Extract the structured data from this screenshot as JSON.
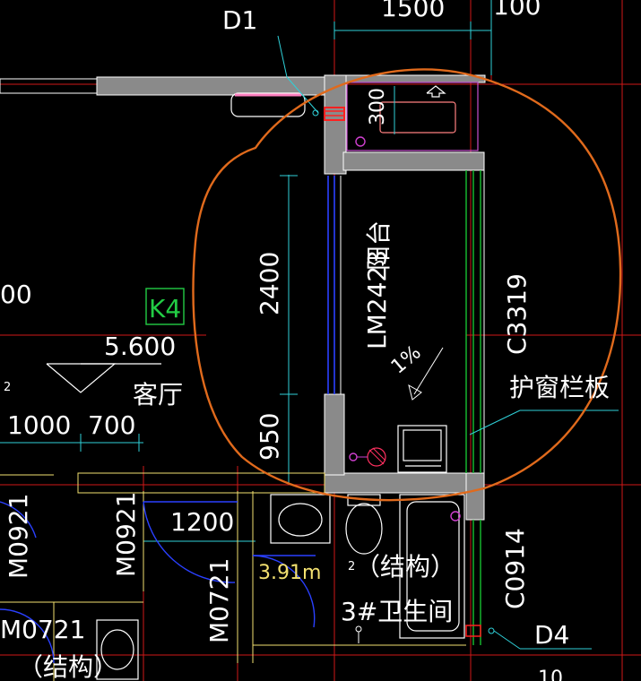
{
  "labels": {
    "d1": "D1",
    "dim_1500": "1500",
    "dim_100": "100",
    "dim_300": "300",
    "dim_2400": "2400",
    "dim_950": "950",
    "dim_00": "00",
    "dim_1000": "1000",
    "dim_700": "700",
    "dim_1200": "1200",
    "balcony": "阳台",
    "lm2423": "LM2423",
    "slope": "1%",
    "c3319": "C3319",
    "guard_panel": "护窗栏板",
    "k4": "K4",
    "elev_5600": "5.600",
    "living_room": "客厅",
    "small_2a": "2",
    "small_2b": "2",
    "m0921_a": "M0921",
    "m0921_b": "M0921",
    "m0721_a": "M0721",
    "m0721_b": "M0721",
    "height_391": "3.91m",
    "structure_a": "（结构）",
    "structure_b": "（结构）",
    "bathroom": "3#卫生间",
    "c0914": "C0914",
    "d4": "D4",
    "bottom_partial": "10"
  },
  "colors": {
    "background": "#000000",
    "wall_fill": "#8a8a8a",
    "dimension": "#2fd0d8",
    "highlight_circle": "#e06a1c",
    "k4_box": "#22cc44",
    "red_axis": "#d01818"
  }
}
